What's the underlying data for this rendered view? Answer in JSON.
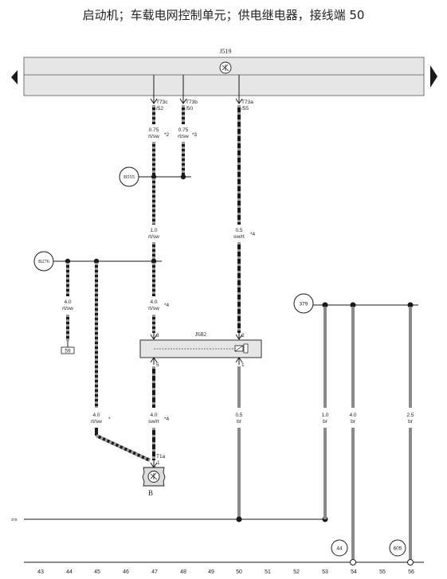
{
  "title": "启动机；车载电网控制单元；供电继电器，接线端 50",
  "components": {
    "j519": "J519",
    "j682": "J682",
    "b": "B"
  },
  "connectors": {
    "t73c": "T73c",
    "t73c_pin": "/52",
    "t73b": "T73b",
    "t73b_pin": "/50",
    "t73a": "T73a",
    "t73a_pin": "/55",
    "t1a": "T1a",
    "t1a_pin": "1",
    "j682_pin3": "3",
    "j682_pin2": "2",
    "j682_pin5": "5",
    "j682_pin1": "1"
  },
  "ground_points": {
    "b555": "B555",
    "b276": "B276",
    "p379": "379",
    "p44": "44",
    "p605": "605",
    "box59": "59",
    "ref378": "378"
  },
  "wires": {
    "w_c52": {
      "size": "0.75",
      "color": "rt/sw",
      "note": "*2"
    },
    "w_b50": {
      "size": "0.75",
      "color": "rt/sw",
      "note": "*3"
    },
    "w_main1": {
      "size": "1.0",
      "color": "rt/sw"
    },
    "w_a55": {
      "size": "0.5",
      "color": "sw/rt",
      "note": "*4"
    },
    "w_b276_59": {
      "size": "4.0",
      "color": "rt/sw"
    },
    "w_main2": {
      "size": "4.0",
      "color": "rt/sw",
      "note": "*4"
    },
    "w_diag": {
      "size": "4.0",
      "color": "rt/sw",
      "note": "*"
    },
    "w_main3": {
      "size": "4.0",
      "color": "sw/rt",
      "note": "*4"
    },
    "w_j682_gnd": {
      "size": "0.5",
      "color": "br"
    },
    "w_g53": {
      "size": "1.0",
      "color": "br"
    },
    "w_g54": {
      "size": "4.0",
      "color": "br"
    },
    "w_g56": {
      "size": "2.5",
      "color": "br"
    }
  },
  "grid_numbers": [
    "43",
    "44",
    "45",
    "46",
    "47",
    "48",
    "49",
    "50",
    "51",
    "52",
    "53",
    "54",
    "55",
    "56"
  ],
  "colors": {
    "line": "#1a1a1a",
    "red_dash": "#9a9a9a",
    "brown": "#8a8a8a",
    "bar": "#e6e6e6"
  }
}
